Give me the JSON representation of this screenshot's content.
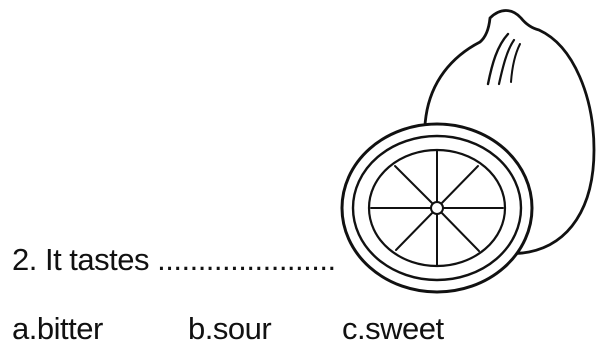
{
  "question": {
    "text": "2. It tastes ......................"
  },
  "options": [
    {
      "label": "a.bitter"
    },
    {
      "label": "b.sour"
    },
    {
      "label": "c.sweet"
    }
  ],
  "illustration": {
    "icon": "lemon-icon",
    "line_color": "#111111",
    "fill_color": "#ffffff"
  }
}
